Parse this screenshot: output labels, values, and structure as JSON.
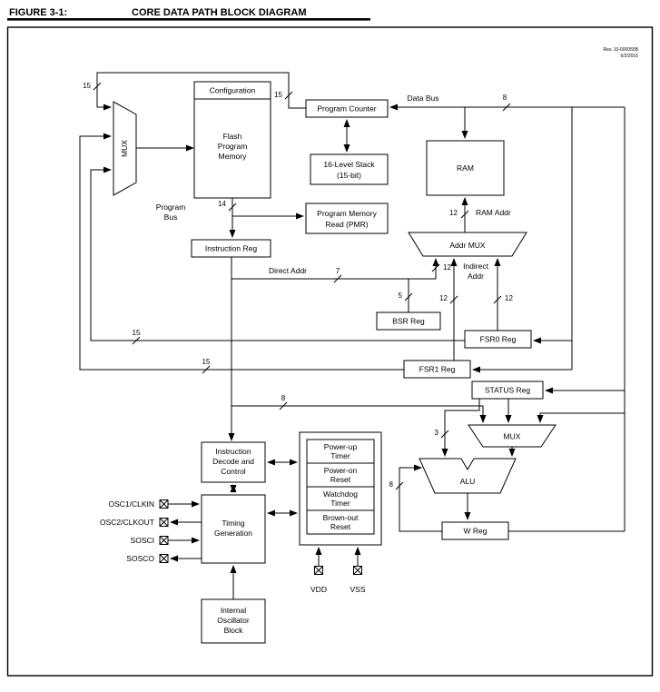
{
  "header": {
    "figure_label": "FIGURE 3-1:",
    "figure_title": "CORE DATA PATH BLOCK DIAGRAM"
  },
  "rev": {
    "line1": "Rev. 10-000055B",
    "line2": "6/2/2016"
  },
  "blocks": {
    "configuration": "Configuration",
    "flash": {
      "l1": "Flash",
      "l2": "Program",
      "l3": "Memory"
    },
    "program_counter": "Program Counter",
    "stack": {
      "l1": "16-Level Stack",
      "l2": "(15-bit)"
    },
    "ram": "RAM",
    "pmr": {
      "l1": "Program Memory",
      "l2": "Read (PMR)"
    },
    "instruction_reg": "Instruction Reg",
    "addr_mux": "Addr MUX",
    "bsr": "BSR Reg",
    "fsr0": "FSR0 Reg",
    "fsr1": "FSR1 Reg",
    "status": "STATUS Reg",
    "mux_program": "MUX",
    "mux_alu": "MUX",
    "alu": "ALU",
    "wreg": "W Reg",
    "decode": {
      "l1": "Instruction",
      "l2": "Decode and",
      "l3": "Control"
    },
    "timing": {
      "l1": "Timing",
      "l2": "Generation"
    },
    "int_osc": {
      "l1": "Internal",
      "l2": "Oscillator",
      "l3": "Block"
    },
    "powerup_timer": {
      "l1": "Power-up",
      "l2": "Timer"
    },
    "poweron_reset": {
      "l1": "Power-on",
      "l2": "Reset"
    },
    "watchdog_timer": {
      "l1": "Watchdog",
      "l2": "Timer"
    },
    "brownout_reset": {
      "l1": "Brown-out",
      "l2": "Reset"
    }
  },
  "labels": {
    "data_bus": "Data Bus",
    "program_bus": {
      "l1": "Program",
      "l2": "Bus"
    },
    "ram_addr": "RAM Addr",
    "direct_addr": "Direct Addr",
    "indirect_addr": {
      "l1": "Indirect",
      "l2": "Addr"
    }
  },
  "bus_widths": {
    "pc_mux": "15",
    "pc_out": "15",
    "fsr0_bus": "15",
    "fsr1_bus": "15",
    "program_bus": "14",
    "data_bus": "8",
    "literal": "8",
    "wreg_fb": "8",
    "ram_addr": "12",
    "direct_combined": "12",
    "indirect_fsr1": "12",
    "indirect_fsr0": "12",
    "direct": "7",
    "bsr": "5",
    "alu_status": "3"
  },
  "pins": {
    "osc1": "OSC1/CLKIN",
    "osc2": "OSC2/CLKOUT",
    "sosci": "SOSCI",
    "sosco": "SOSCO",
    "vdd": "VDD",
    "vss": "VSS"
  },
  "colors": {
    "line": "#000000",
    "background": "#ffffff"
  }
}
